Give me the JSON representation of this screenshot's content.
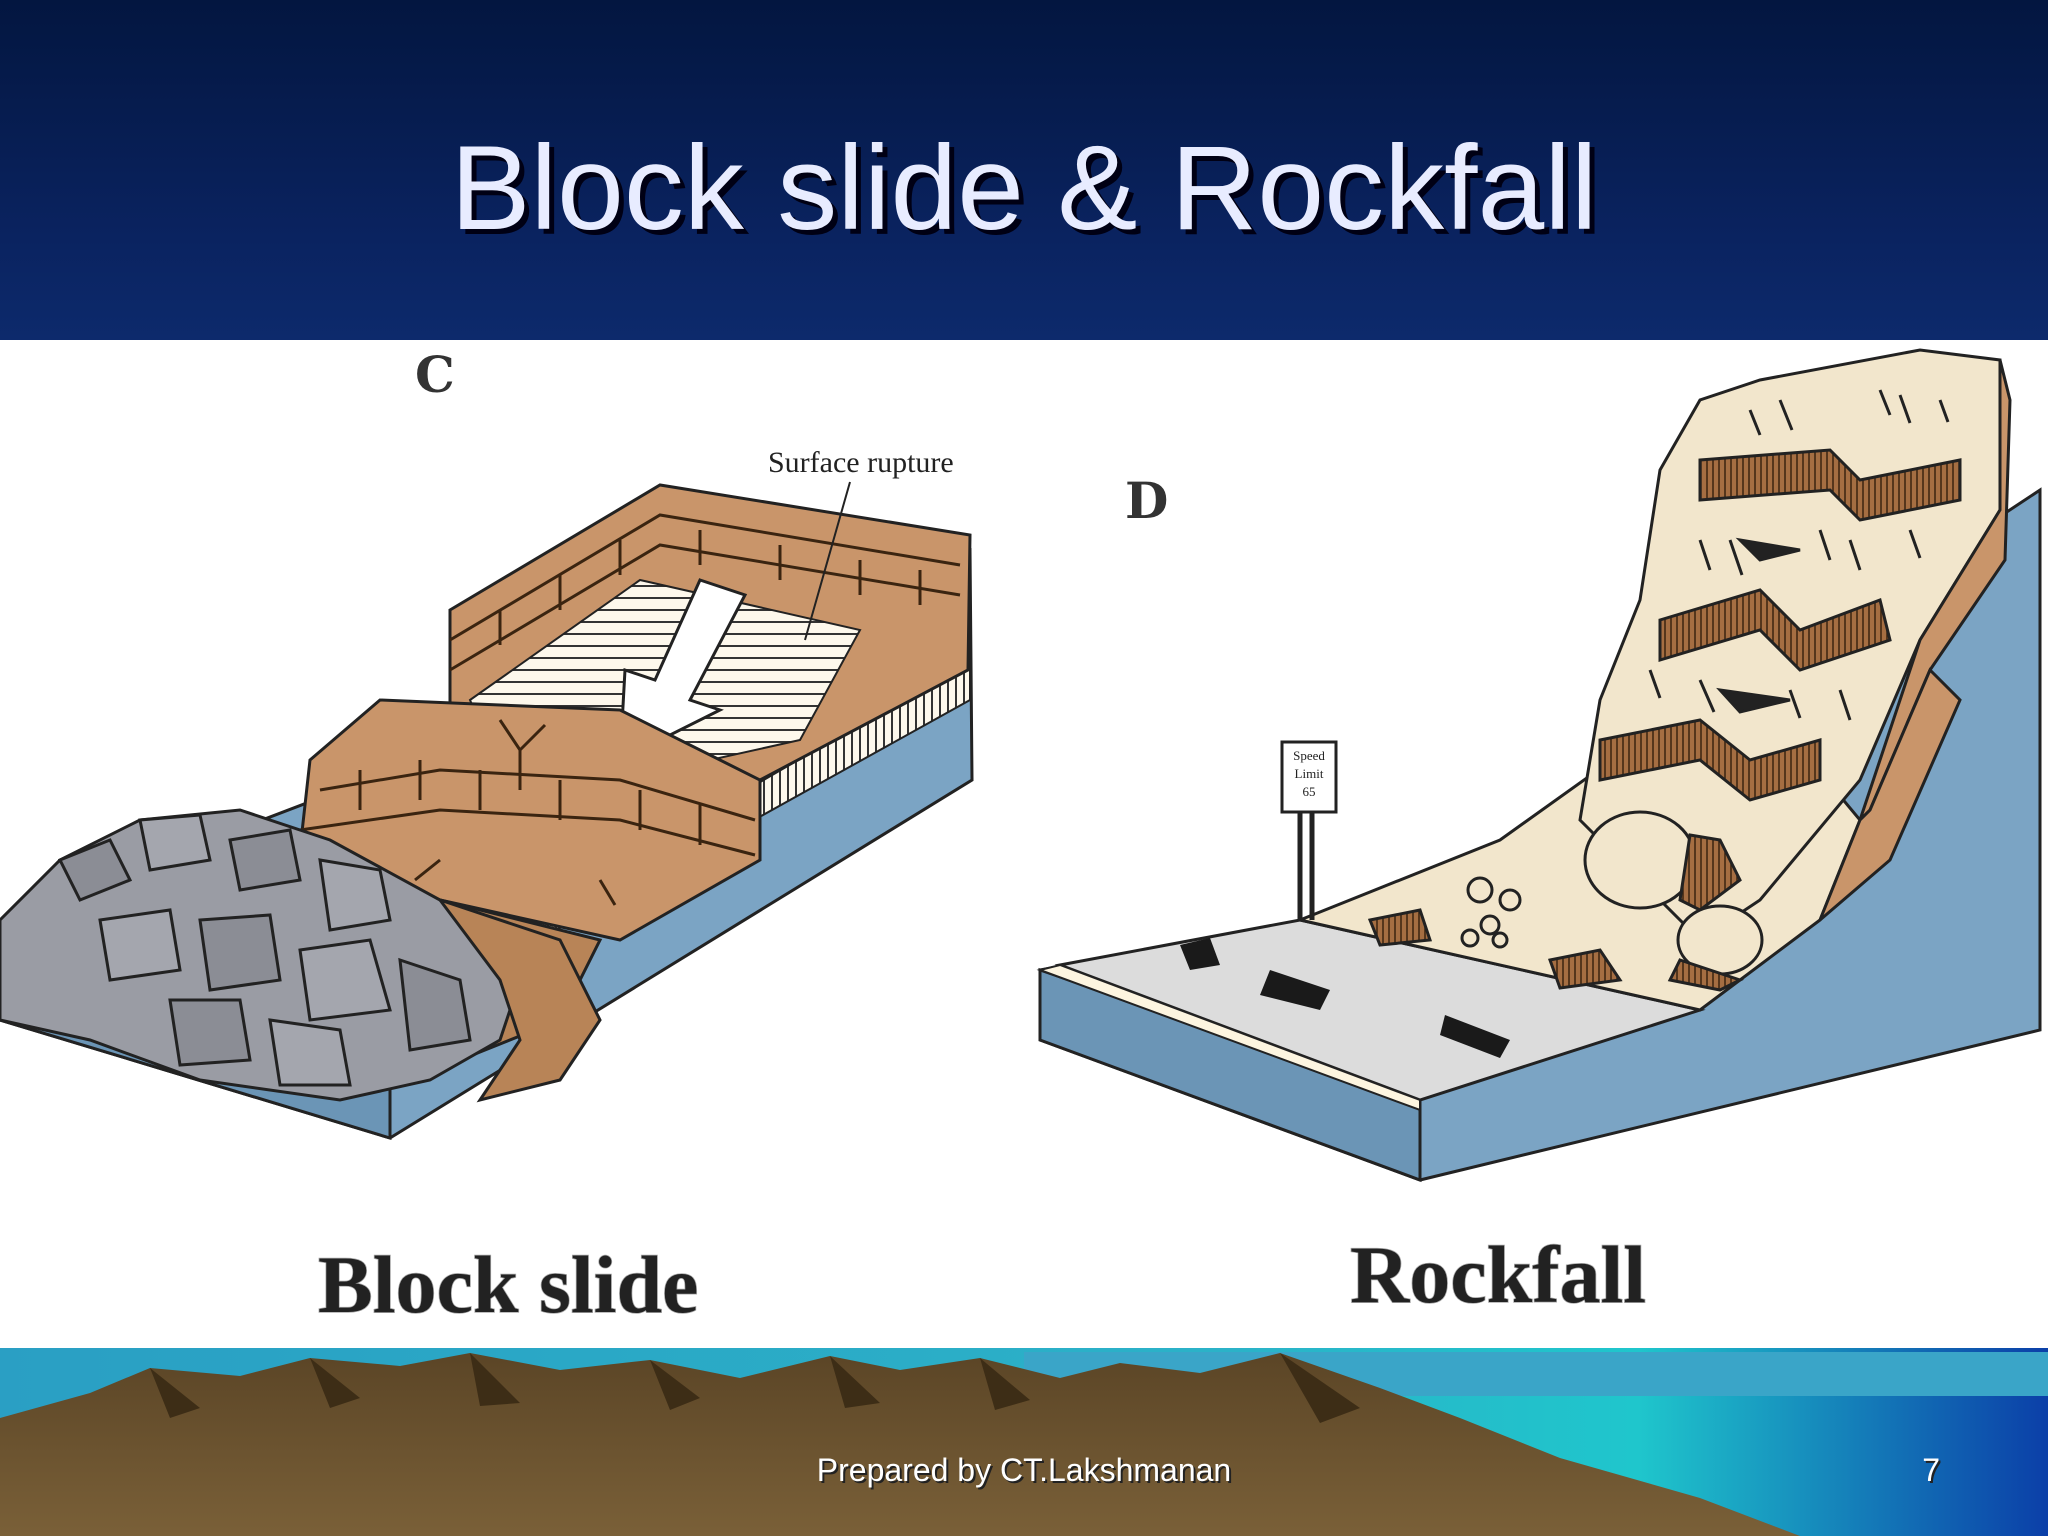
{
  "slide": {
    "title": "Block slide & Rockfall",
    "footer": "Prepared by CT.Lakshmanan",
    "number": "7"
  },
  "block_slide": {
    "panel_letter": "C",
    "annotation": "Surface rupture",
    "caption": "Block slide"
  },
  "rockfall": {
    "panel_letter": "D",
    "sign_lines": [
      "Speed",
      "Limit",
      "65"
    ],
    "caption": "Rockfall"
  },
  "colors": {
    "header": "#0a2360",
    "rock_tan": "#c9956a",
    "cliff_cream": "#f2e6cc",
    "water_blue": "#7ba4c4",
    "boulder_gray": "#9a9ca4",
    "mountain_brown": "#6b5230",
    "sky_teal": "#2bb2c8"
  }
}
